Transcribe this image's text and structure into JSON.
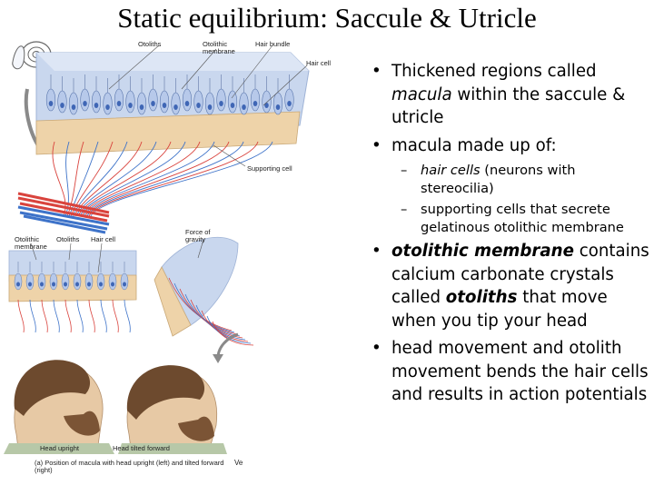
{
  "slide": {
    "title": "Static equilibrium: Saccule & Utricle"
  },
  "figure": {
    "top_labels": {
      "otoliths": "Otoliths",
      "otolithic_membrane": "Otolithic membrane",
      "hair_bundle": "Hair bundle",
      "hair_cell": "Hair cell",
      "supporting_cell": "Supporting cell"
    },
    "middle_labels": {
      "otolithic_membrane": "Otolithic membrane",
      "otoliths": "Otoliths",
      "hair_cell": "Hair cell",
      "force_of_gravity": "Force of gravity"
    },
    "bottom_labels": {
      "head_upright": "Head upright",
      "head_tilted_forward": "Head tilted forward",
      "caption": "(a) Position of macula with head upright (left) and tilted forward (right)",
      "corner_text": "Ve"
    },
    "colors": {
      "membrane": "#c9d7ee",
      "cell_body": "#eed3a9",
      "nucleus": "#3f66b5",
      "nerve_red": "#d9433d",
      "nerve_blue": "#3e73c9",
      "arrow_gray": "#8a8a8a"
    }
  },
  "bullets": [
    {
      "parts": [
        {
          "t": "Thickened regions called "
        },
        {
          "t": "macula",
          "s": "i"
        },
        {
          "t": " within the saccule & utricle"
        }
      ]
    },
    {
      "parts": [
        {
          "t": "macula made up of:"
        }
      ],
      "subs": [
        {
          "parts": [
            {
              "t": "hair cells",
              "s": "i"
            },
            {
              "t": " (neurons with stereocilia)"
            }
          ]
        },
        {
          "parts": [
            {
              "t": "supporting cells that secrete gelatinous otolithic membrane"
            }
          ]
        }
      ]
    },
    {
      "parts": [
        {
          "t": "otolithic membrane",
          "s": "bi"
        },
        {
          "t": " contains calcium carbonate crystals called "
        },
        {
          "t": "otoliths",
          "s": "bi"
        },
        {
          "t": " that move when you tip your head"
        }
      ]
    },
    {
      "parts": [
        {
          "t": "head movement and otolith movement bends the hair cells and results in action potentials"
        }
      ]
    }
  ]
}
